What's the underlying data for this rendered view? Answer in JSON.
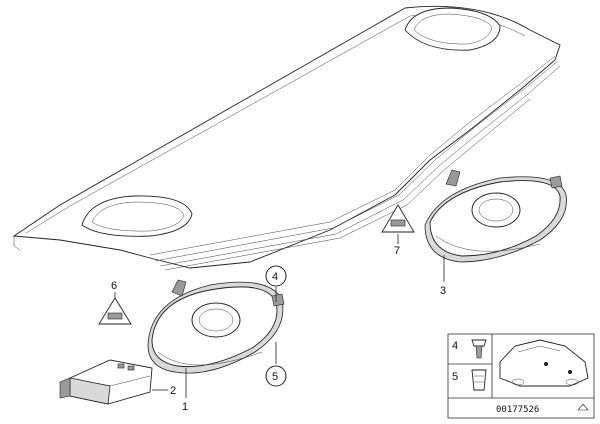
{
  "callouts": {
    "c1": "1",
    "c2": "2",
    "c3": "3",
    "c4": "4",
    "c5": "5",
    "c6": "6",
    "c7": "7"
  },
  "legend": {
    "row4": "4",
    "row5": "5"
  },
  "reference_code": "00177526",
  "icons": [
    "warning-triangle-icon",
    "car-silhouette-icon",
    "clip-fastener-icon",
    "expanding-nut-icon"
  ]
}
